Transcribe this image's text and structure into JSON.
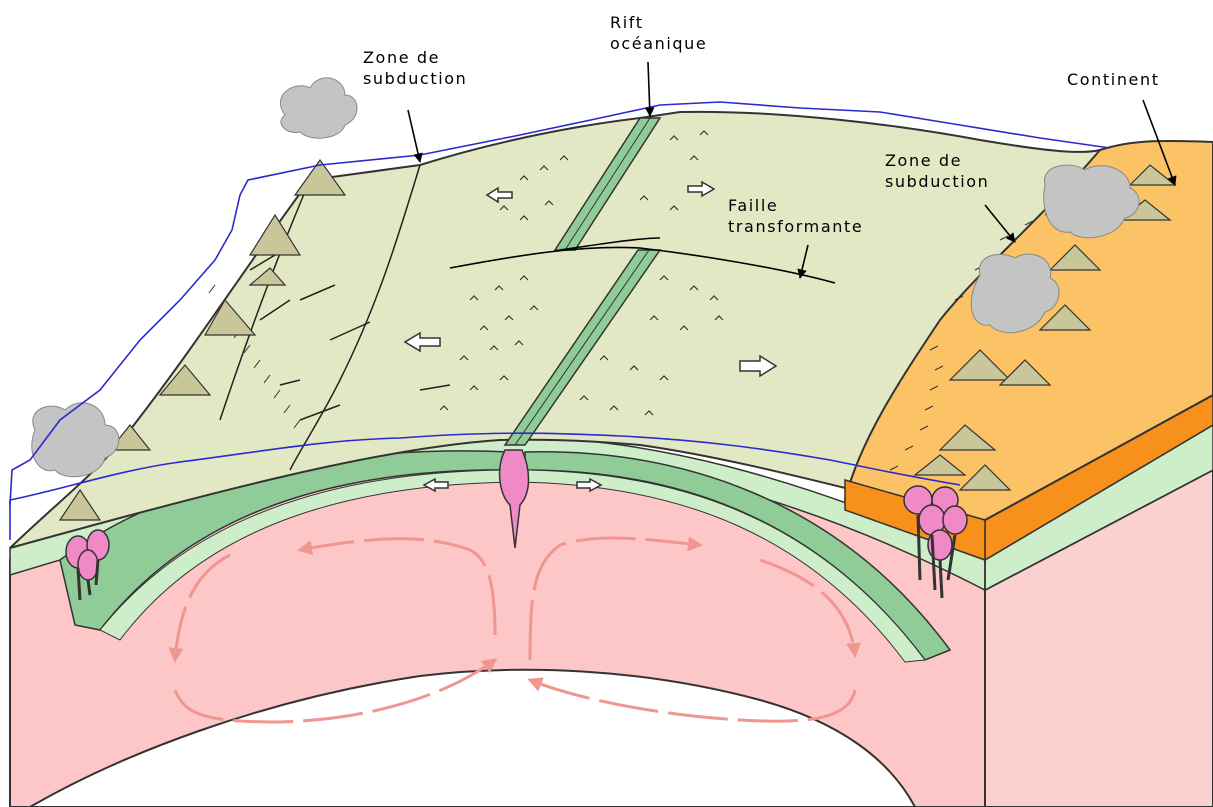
{
  "labels": {
    "left_subduction": [
      "Zone de",
      "subduction"
    ],
    "rift": [
      "Rift",
      "océanique"
    ],
    "continent": "Continent",
    "right_subduction": [
      "Zone de",
      "subduction"
    ],
    "transform_fault": [
      "Faille",
      "transformante"
    ]
  },
  "colors": {
    "ocean_surface": "#e3e8c4",
    "crust": "#8fcc98",
    "lithosphere": "#cdeec9",
    "mantle": "#fdc7c8",
    "mantle_side": "#fbd0d0",
    "continent_top": "#fbc266",
    "continent_side": "#f8901c",
    "magma": "#f08ac6",
    "volcano": "#c9c79a",
    "cloud": "#c4c4c4",
    "convection_arrow": "#f0968e",
    "ocean_outline": "#2a2ad0"
  },
  "icons": {
    "plate_arrows": "white-arrow-icon",
    "convection": "convection-arrow-icon",
    "volcano": "volcano-icon",
    "ash_cloud": "cloud-icon",
    "magma_plume": "magma-plume-icon"
  }
}
